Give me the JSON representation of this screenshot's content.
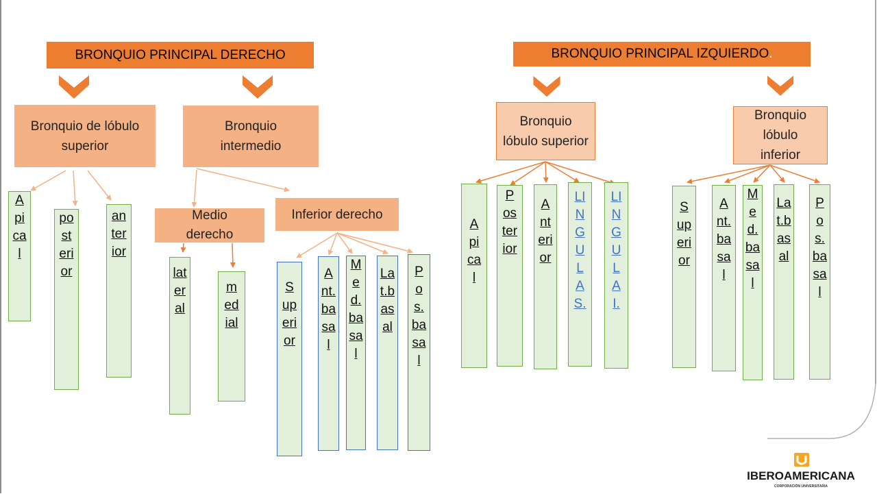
{
  "colors": {
    "header": "#ED7D31",
    "box_dark": "#F4B183",
    "box_light": "#F8CBAD",
    "leaf_fill": "#E2EFDA",
    "leaf_border_green": "#70AD47",
    "leaf_border_blue": "#4472C4",
    "lingula_text": "#4472C4"
  },
  "left": {
    "header": "BRONQUIO PRINCIPAL DERECHO",
    "upper": "Bronquio de lóbulo superior",
    "intermediate": "Bronquio intermedio",
    "middle": "Medio derecho",
    "lower": "Inferior derecho",
    "upper_leaves": [
      "Apical",
      "posterior",
      "anterior"
    ],
    "middle_leaves": [
      "lateral",
      "medial"
    ],
    "lower_leaves": [
      "Superior",
      "Ant.basal",
      "Med.basal",
      "Lat.basal",
      "Pos.basal"
    ]
  },
  "right": {
    "header_text": "BRONQUIO PRINCIPAL IZQUIERDO",
    "header_dot": ".",
    "upper": "Bronquio lóbulo superior",
    "lower": "Bronquio lóbulo inferior",
    "upper_leaves": [
      "Apical",
      "Posterior",
      "Anterior",
      "LINGULAS.",
      "LINGULAI."
    ],
    "lower_leaves": [
      "Superior",
      "Ant.basal",
      "Med.basal",
      "Lat.basal",
      "Pos.basal"
    ]
  },
  "icons": [
    "chevron-down-icon",
    "arrow-icon"
  ],
  "logo": {
    "name": "IBEROAMERICANA",
    "sub": "CORPORACIÓN UNIVERSITARIA"
  }
}
